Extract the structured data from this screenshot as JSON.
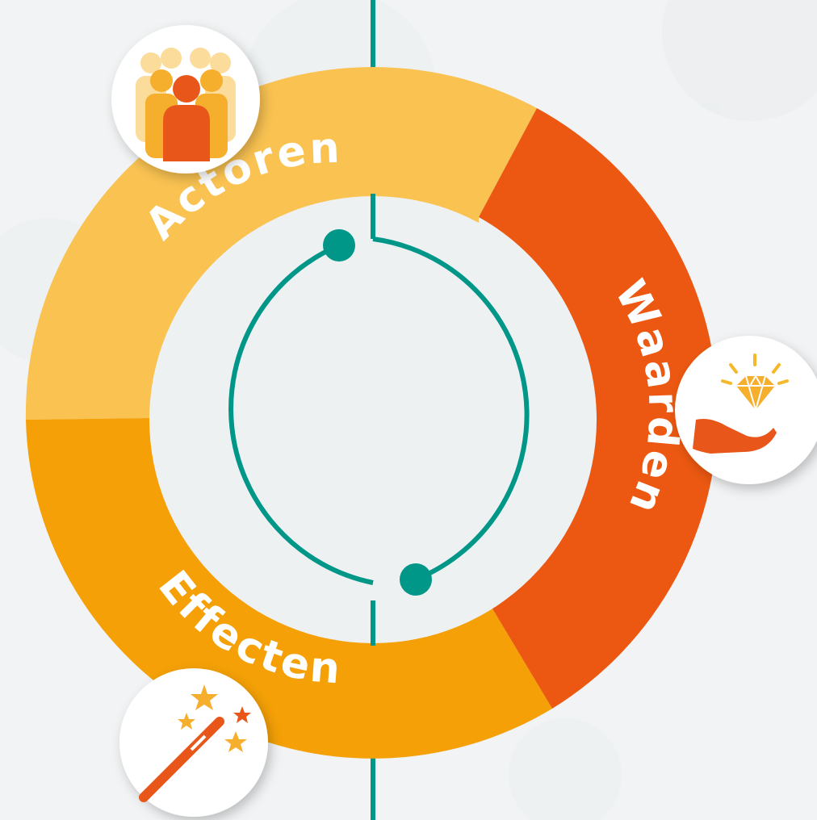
{
  "segments": [
    {
      "id": "actoren",
      "label": "Actoren",
      "color": "#f9c251",
      "icon": "people-group-icon"
    },
    {
      "id": "waarden",
      "label": "Waarden",
      "color": "#ec5811",
      "icon": "hand-diamond-icon"
    },
    {
      "id": "effecten",
      "label": "Effecten",
      "color": "#f4a006",
      "icon": "magic-wand-stars-icon"
    }
  ],
  "colors": {
    "background": "#f1f3f4",
    "inner_circle": "#eef1f2",
    "cycle_line": "#009688",
    "label_text": "#ffffff",
    "icon_badge": "#ffffff"
  }
}
